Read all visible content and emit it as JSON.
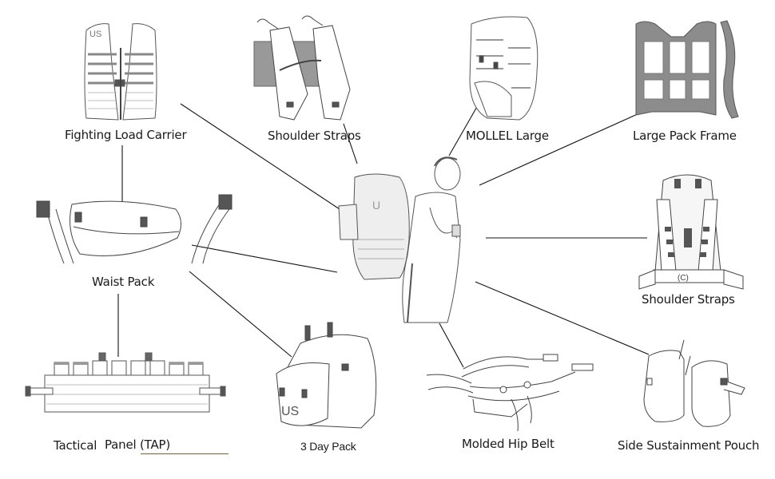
{
  "diagram": {
    "center": {
      "name": "soldier-with-rucksack",
      "description": "Soldier wearing large MOLLE rucksack (center sketch)"
    },
    "components": [
      {
        "id": "fighting-load-carrier",
        "label": "Fighting Load Carrier"
      },
      {
        "id": "shoulder-straps-top",
        "label": "Shoulder Straps"
      },
      {
        "id": "mollel-large",
        "label": "MOLLEL Large"
      },
      {
        "id": "large-pack-frame",
        "label": "Large Pack Frame"
      },
      {
        "id": "waist-pack",
        "label": "Waist Pack"
      },
      {
        "id": "shoulder-straps-right",
        "label": "Shoulder Straps"
      },
      {
        "id": "tactical-panel",
        "label_part1": "Tactical",
        "label_part2": "Panel (TAP)"
      },
      {
        "id": "three-day-pack",
        "label": "3 Day Pack"
      },
      {
        "id": "molded-hip-belt",
        "label": "Molded Hip Belt"
      },
      {
        "id": "side-sustainment-pouch",
        "label": "Side Sustainment Pouch"
      }
    ],
    "colors": {
      "line": "#111111",
      "sketch": "#444444",
      "fill_gray": "#8a8a8a",
      "underline": "#6b6340"
    }
  }
}
